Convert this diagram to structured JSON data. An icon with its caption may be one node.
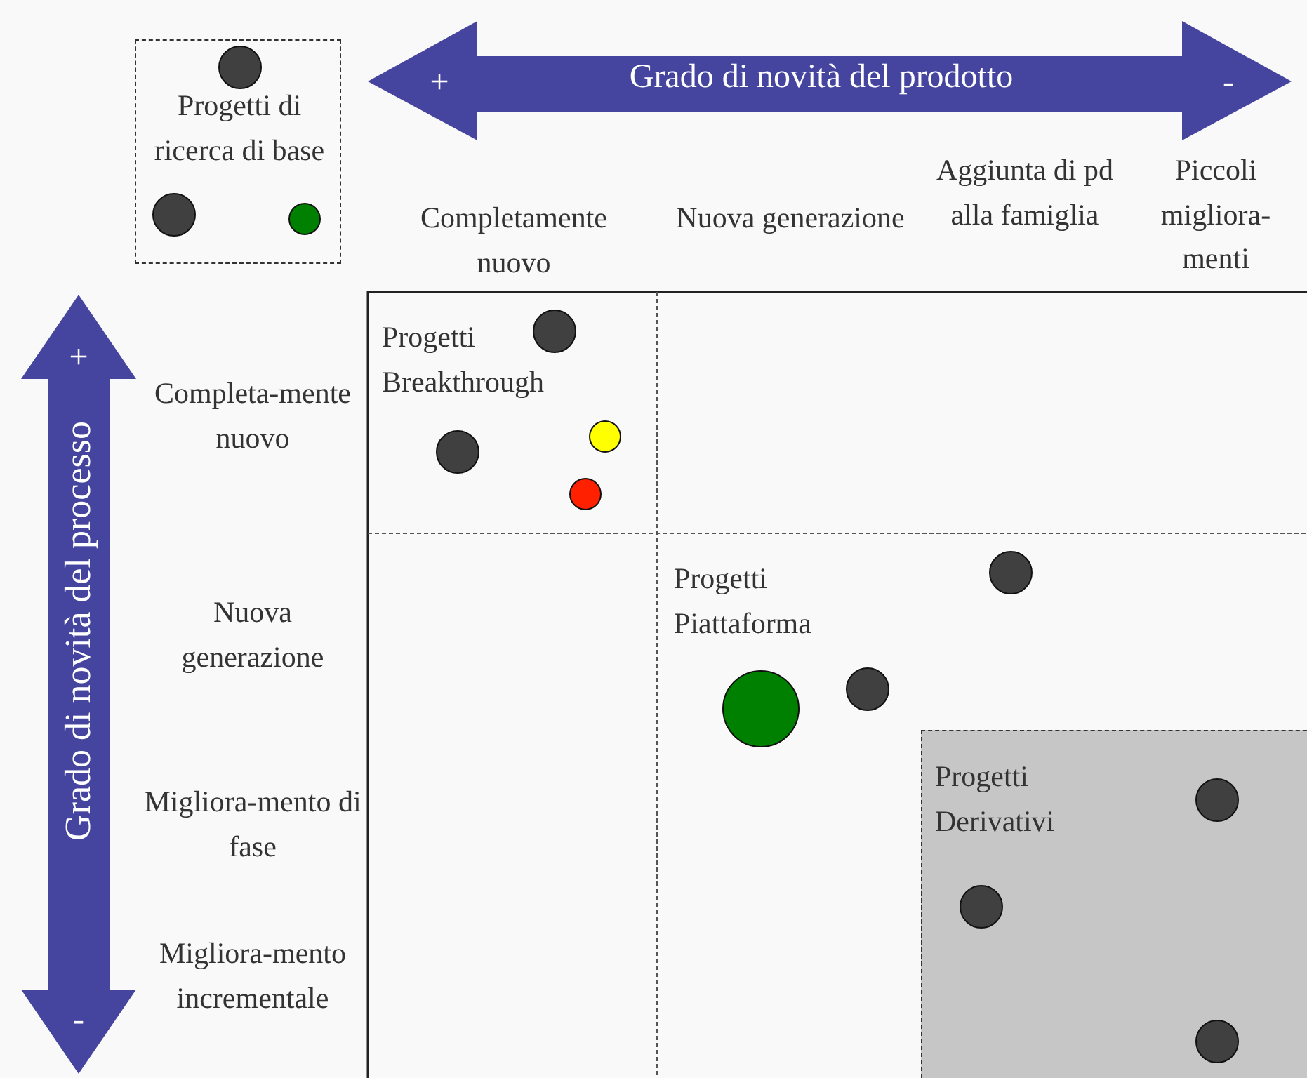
{
  "diagram": {
    "nodes": [
      {
        "text": [
          "Progetti di ricerca di base"
        ]
      },
      {
        "text": [
          "Progetti Breakthrough"
        ]
      },
      {
        "text": [
          "Progetti Piattaforma"
        ]
      },
      {
        "text": [
          "Progetti Derivativi"
        ]
      }
    ],
    "labels": [
      "+",
      "Grado di novità del prodotto",
      "-",
      "Completamente nuovo",
      "Nuova generazione",
      "Aggiunta di pd alla famiglia",
      "Piccoli migliora-menti",
      "+",
      "Grado di novità del processo",
      "-",
      "Completa-mente nuovo",
      "Nuova generazione",
      "Migliora-mento di fase",
      "Migliora-mento incrementale"
    ]
  }
}
